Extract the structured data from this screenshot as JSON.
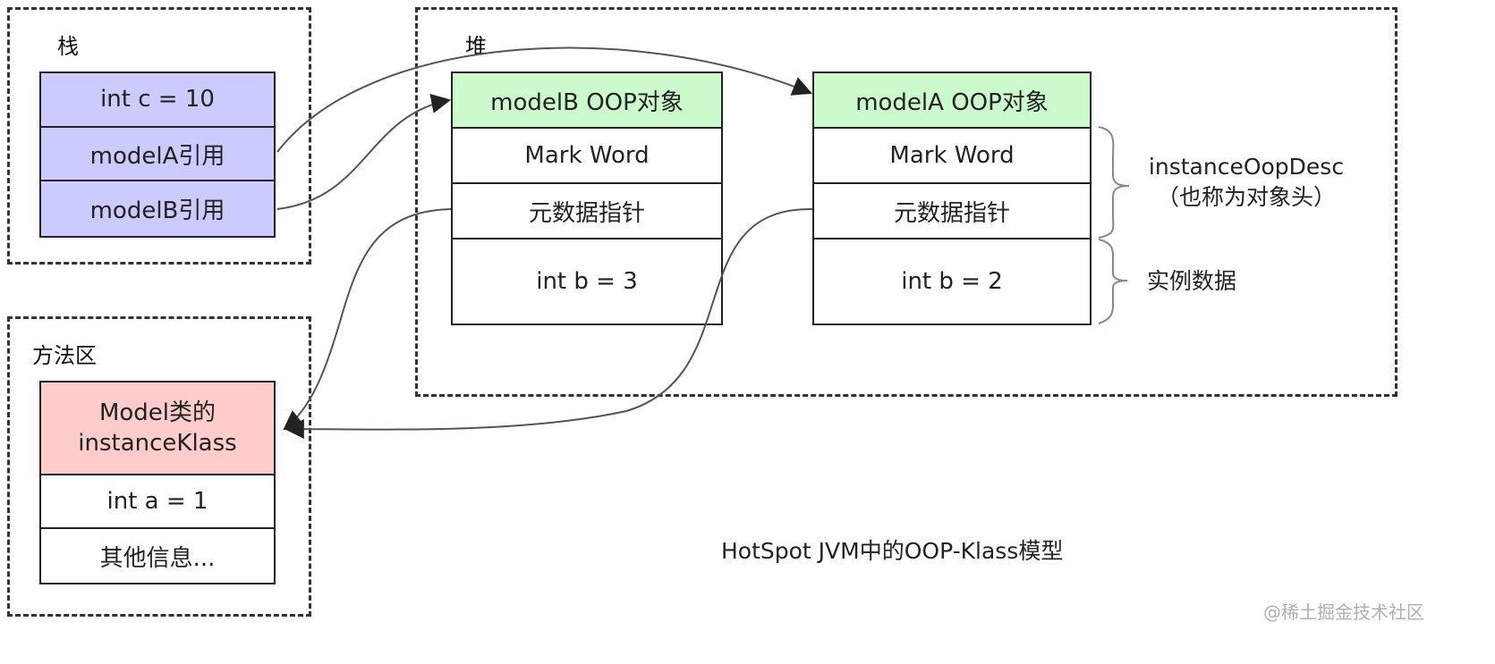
{
  "stack": {
    "label": "栈",
    "cells": [
      "int c = 10",
      "modelA引用",
      "modelB引用"
    ]
  },
  "heap": {
    "label": "堆",
    "modelB": {
      "title": "modelB OOP对象",
      "mark_word": "Mark Word",
      "meta_ptr": "元数据指针",
      "field": "int b = 3"
    },
    "modelA": {
      "title": "modelA OOP对象",
      "mark_word": "Mark Word",
      "meta_ptr": "元数据指针",
      "field": "int b = 2"
    }
  },
  "method_area": {
    "label": "方法区",
    "klass_title": "Model类的\ninstanceKlass",
    "cells": [
      "int a = 1",
      "其他信息..."
    ]
  },
  "annotations": {
    "header": "instanceOopDesc\n（也称为对象头）",
    "instance_data": "实例数据"
  },
  "caption": "HotSpot JVM中的OOP-Klass模型",
  "watermark": "@稀土掘金技术社区",
  "colors": {
    "stack_fill": "#cccbff",
    "oop_title_fill": "#ccfacc",
    "klass_fill": "#ffcccc"
  }
}
